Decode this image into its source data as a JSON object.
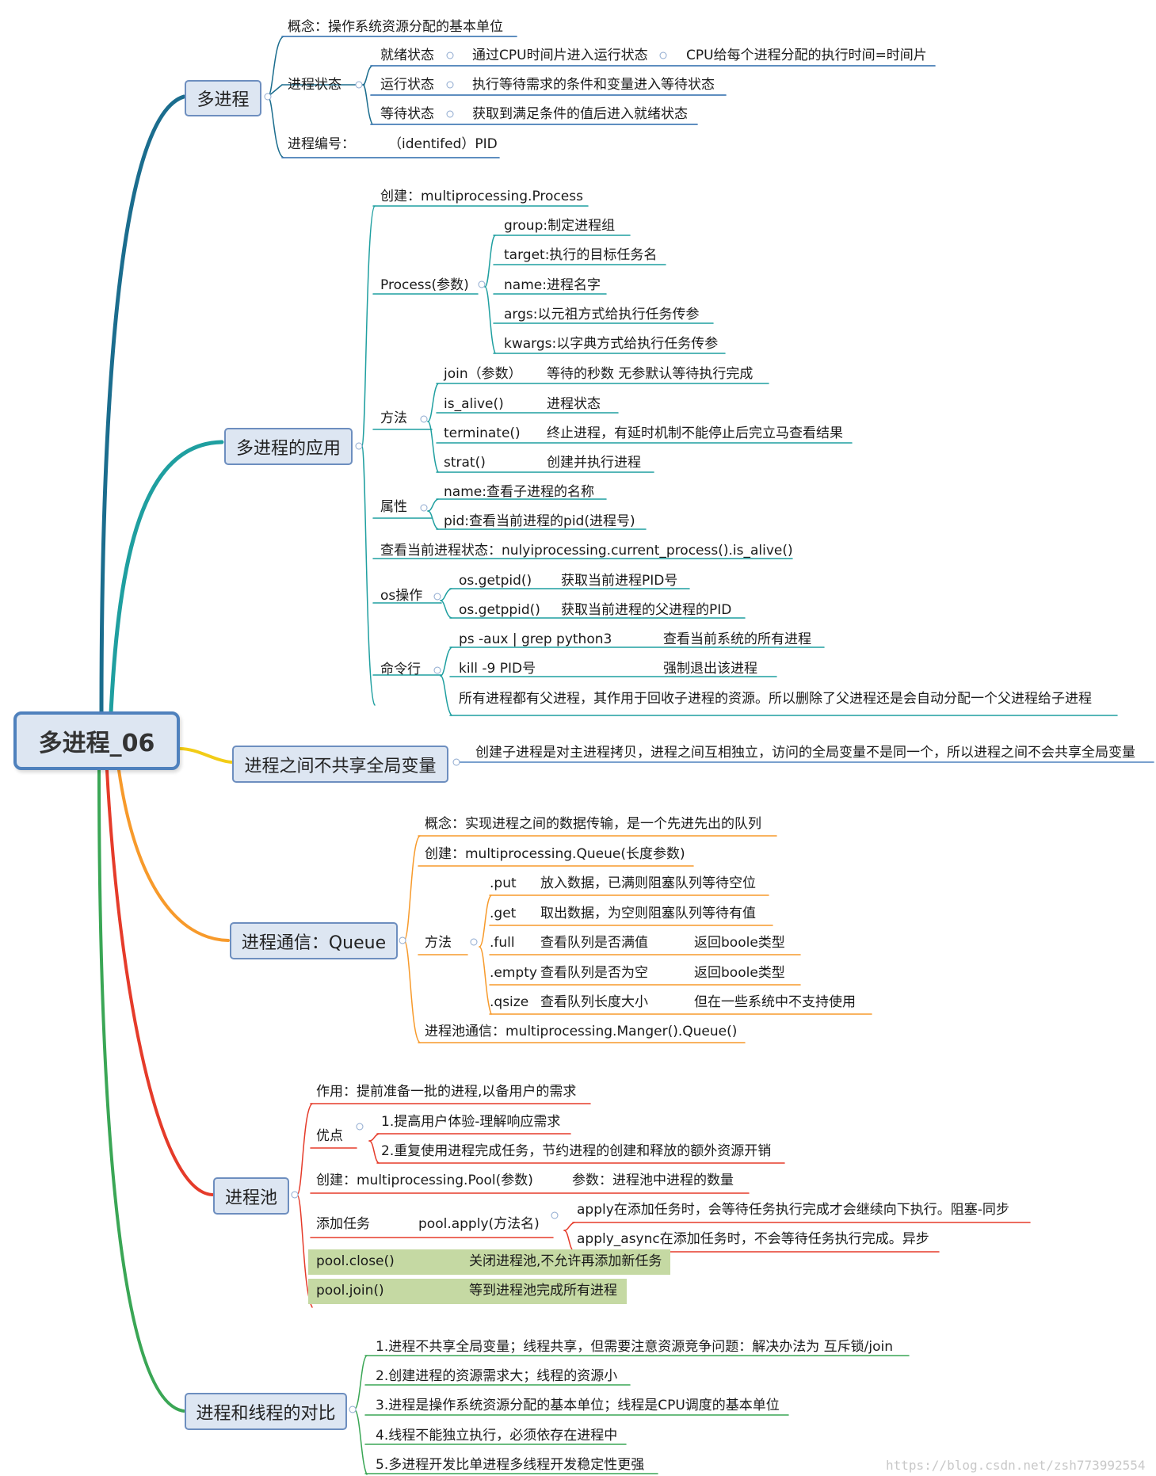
{
  "title": "多进程_06",
  "branches": {
    "b1": {
      "label": "多进程",
      "concept": "概念：操作系统资源分配的基本单位",
      "state_label": "进程状态",
      "ready": "就绪状态",
      "ready_desc": "通过CPU时间片进入运行状态",
      "ready_note": "CPU给每个进程分配的执行时间=时间片",
      "running": "运行状态",
      "running_desc": "执行等待需求的条件和变量进入等待状态",
      "waiting": "等待状态",
      "waiting_desc": "获取到满足条件的值后进入就绪状态",
      "pid_label": "进程编号：",
      "pid_value": "（identifed）PID"
    },
    "b2": {
      "label": "多进程的应用",
      "create": "创建：multiprocessing.Process",
      "process_params": "Process(参数)",
      "params": [
        "group:制定进程组",
        "target:执行的目标任务名",
        "name:进程名字",
        "args:以元祖方式给执行任务传参",
        "kwargs:以字典方式给执行任务传参"
      ],
      "methods_label": "方法",
      "methods": [
        {
          "name": "join（参数）",
          "desc": "等待的秒数 无参默认等待执行完成"
        },
        {
          "name": "is_alive()",
          "desc": "进程状态"
        },
        {
          "name": "terminate()",
          "desc": "终止进程，有延时机制不能停止后完立马查看结果"
        },
        {
          "name": "strat()",
          "desc": "创建并执行进程"
        }
      ],
      "attrs_label": "属性",
      "attrs": [
        "name:查看子进程的名称",
        "pid:查看当前进程的pid(进程号)"
      ],
      "current_state": "查看当前进程状态：nulyiprocessing.current_process().is_alive()",
      "os_label": "os操作",
      "os_items": [
        {
          "name": "os.getpid()",
          "desc": "获取当前进程PID号"
        },
        {
          "name": "os.getppid()",
          "desc": "获取当前进程的父进程的PID"
        }
      ],
      "cmd_label": "命令行",
      "cmd_items": [
        {
          "name": "ps -aux | grep python3",
          "desc": "查看当前系统的所有进程"
        },
        {
          "name": "kill -9 PID号",
          "desc": "强制退出该进程"
        }
      ],
      "cmd_note": "所有进程都有父进程，其作用于回收子进程的资源。所以删除了父进程还是会自动分配一个父进程给子进程"
    },
    "b3": {
      "label": "进程之间不共享全局变量",
      "desc": "创建子进程是对主进程拷贝，进程之间互相独立，访问的全局变量不是同一个，所以进程之间不会共享全局变量"
    },
    "b4": {
      "label": "进程通信：Queue",
      "concept": "概念：实现进程之间的数据传输，是一个先进先出的队列",
      "create": "创建：multiprocessing.Queue(长度参数)",
      "methods_label": "方法",
      "methods": [
        {
          "name": ".put",
          "desc": "放入数据，已满则阻塞队列等待空位",
          "note": ""
        },
        {
          "name": ".get",
          "desc": "取出数据，为空则阻塞队列等待有值",
          "note": ""
        },
        {
          "name": ".full",
          "desc": "查看队列是否满值",
          "note": "返回boole类型"
        },
        {
          "name": ".empty",
          "desc": "查看队列是否为空",
          "note": "返回boole类型"
        },
        {
          "name": ".qsize",
          "desc": "查看队列长度大小",
          "note": "但在一些系统中不支持使用"
        }
      ],
      "pool_comm": "进程池通信：multiprocessing.Manger().Queue()"
    },
    "b5": {
      "label": "进程池",
      "purpose": "作用：提前准备一批的进程,以备用户的需求",
      "adv_label": "优点",
      "advs": [
        "1.提高用户体验-理解响应需求",
        "2.重复使用进程完成任务，节约进程的创建和释放的额外资源开销"
      ],
      "create": "创建：multiprocessing.Pool(参数)",
      "create_note": "参数：进程池中进程的数量",
      "add_label": "添加任务",
      "add_method": "pool.apply(方法名)",
      "add_items": [
        "apply在添加任务时，会等待任务执行完成才会继续向下执行。阻塞-同步",
        "apply_async在添加任务时，不会等待任务执行完成。异步"
      ],
      "close": "pool.close()",
      "close_desc": "关闭进程池,不允许再添加新任务",
      "join": "pool.join()",
      "join_desc": "等到进程池完成所有进程"
    },
    "b6": {
      "label": "进程和线程的对比",
      "items": [
        "1.进程不共享全局变量；线程共享，但需要注意资源竞争问题：解决办法为 互斥锁/join",
        "2.创建进程的资源需求大；线程的资源小",
        "3.进程是操作系统资源分配的基本单位；线程是CPU调度的基本单位",
        "4.线程不能独立执行，必须依存在进程中",
        "5.多进程开发比单进程多线程开发稳定性更强"
      ]
    }
  },
  "watermark": "https://blog.csdn.net/zsh773992554",
  "colors": {
    "b1": "#1b6d8e",
    "b2": "#1f9fa0",
    "b3": "#f2cc16",
    "b4": "#f79a2b",
    "b5": "#e53b2a",
    "b6": "#3aa655",
    "underline": "#4f81bd",
    "highlight": "#c5d9a3"
  }
}
